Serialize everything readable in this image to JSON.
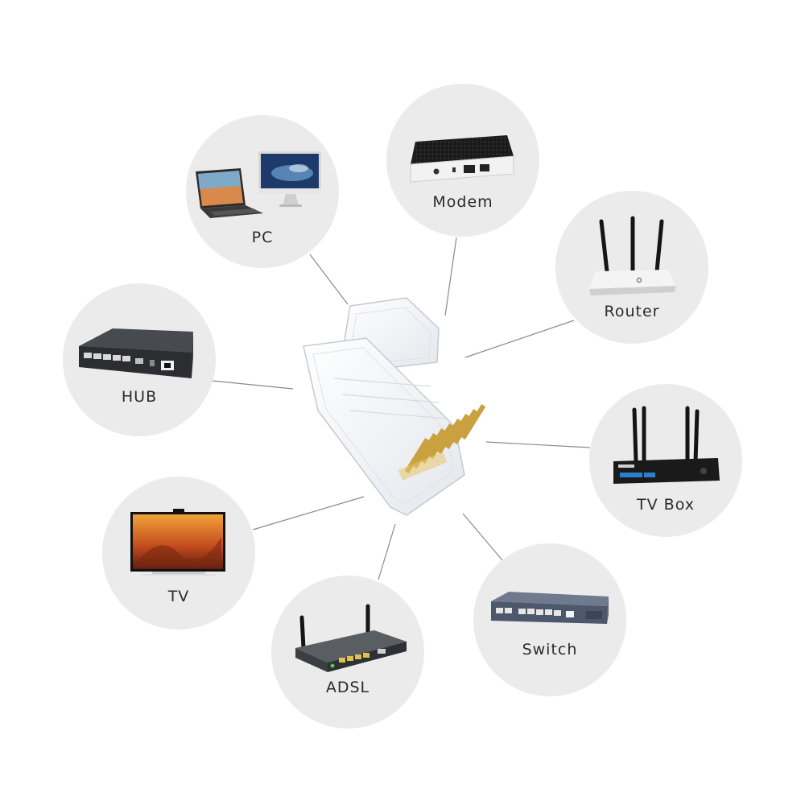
{
  "nodes": {
    "pc": {
      "label": "PC"
    },
    "modem": {
      "label": "Modem"
    },
    "router": {
      "label": "Router"
    },
    "hub": {
      "label": "HUB"
    },
    "tv_box": {
      "label": "TV Box"
    },
    "tv": {
      "label": "TV"
    },
    "adsl": {
      "label": "ADSL"
    },
    "switch": {
      "label": "Switch"
    }
  },
  "colors": {
    "circle": "#ebebeb",
    "connector_line": "#8a8a8a",
    "label_text": "#2b2b2b",
    "contact_gold": "#c9a23f"
  },
  "icons": {
    "center": "rj45-connector-icon",
    "pc": "laptop-and-monitor-icon",
    "modem": "modem-icon",
    "router": "router-icon",
    "hub": "hub-icon",
    "tv_box": "tv-box-icon",
    "tv": "television-icon",
    "adsl": "adsl-router-icon",
    "switch": "network-switch-icon"
  }
}
